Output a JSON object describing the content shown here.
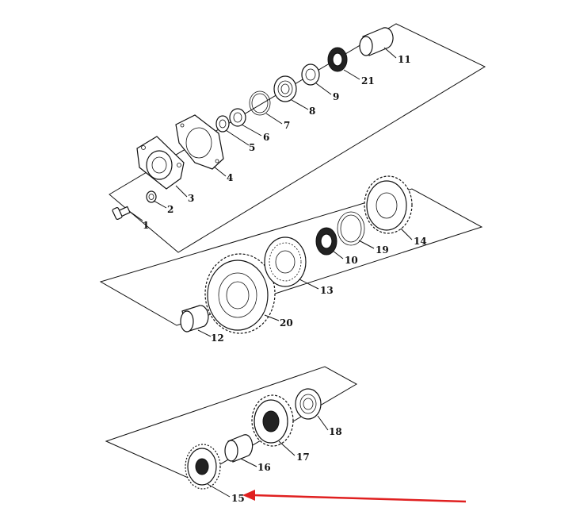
{
  "callouts": [
    {
      "id": "1",
      "text": "1"
    },
    {
      "id": "2",
      "text": "2"
    },
    {
      "id": "3",
      "text": "3"
    },
    {
      "id": "4",
      "text": "4"
    },
    {
      "id": "5",
      "text": "5"
    },
    {
      "id": "6",
      "text": "6"
    },
    {
      "id": "7",
      "text": "7"
    },
    {
      "id": "8",
      "text": "8"
    },
    {
      "id": "9",
      "text": "9"
    },
    {
      "id": "10",
      "text": "10"
    },
    {
      "id": "11",
      "text": "11"
    },
    {
      "id": "12",
      "text": "12"
    },
    {
      "id": "13",
      "text": "13"
    },
    {
      "id": "14",
      "text": "14"
    },
    {
      "id": "15",
      "text": "15"
    },
    {
      "id": "16",
      "text": "16"
    },
    {
      "id": "17",
      "text": "17"
    },
    {
      "id": "18",
      "text": "18"
    },
    {
      "id": "19",
      "text": "19"
    },
    {
      "id": "20",
      "text": "20"
    },
    {
      "id": "21",
      "text": "21"
    }
  ],
  "highlight": {
    "target": "15",
    "color": "#e02020"
  },
  "colors": {
    "line": "#111111",
    "background": "#ffffff"
  }
}
